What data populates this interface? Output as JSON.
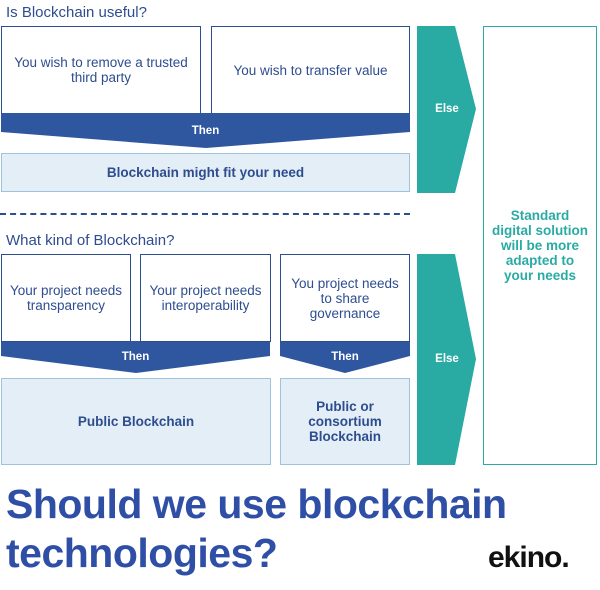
{
  "section1": {
    "title": "Is Blockchain useful?",
    "box1": "You wish to remove a trusted third party",
    "box2": "You wish to transfer value",
    "then": "Then",
    "result": "Blockchain might fit your need",
    "else": "Else"
  },
  "section2": {
    "title": "What kind of Blockchain?",
    "box1": "Your project needs transparency",
    "box2": "Your project needs interoperability",
    "box3": "You project needs to share governance",
    "then1": "Then",
    "then2": "Then",
    "result1": "Public Blockchain",
    "result2": "Public or consortium Blockchain",
    "else": "Else"
  },
  "standard": "Standard digital solution will be more adapted to your needs",
  "headline": [
    "Should we use blockchain",
    "technologies?"
  ],
  "logo": "ekino.",
  "colors": {
    "navy": "#2e4d8f",
    "teal": "#29aba4",
    "light_blue": "#e3eef6",
    "arrow_blue": "#2f57a0",
    "headline": "#2f4fa6"
  }
}
